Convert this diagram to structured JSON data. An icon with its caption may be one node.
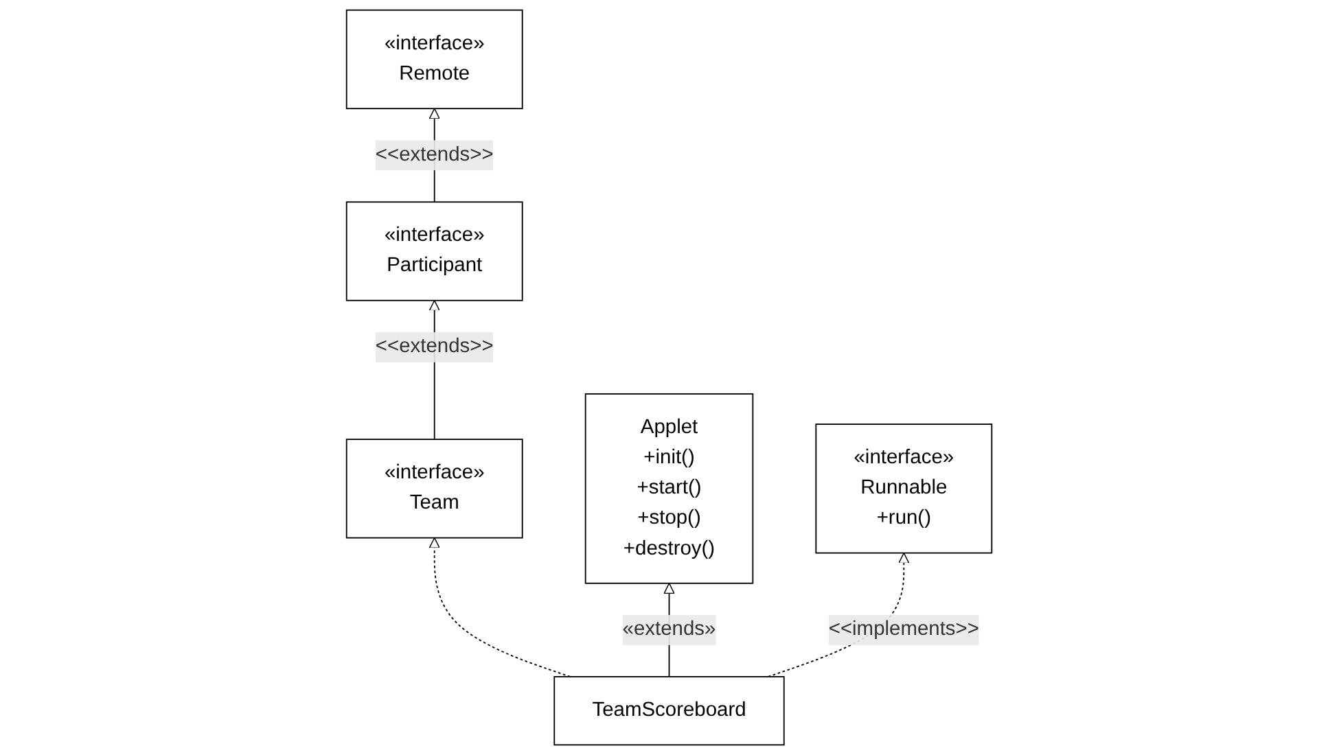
{
  "diagram": {
    "nodes": [
      {
        "text": [
          "«interface»",
          "Remote"
        ]
      },
      {
        "text": [
          "«interface»",
          "Participant"
        ]
      },
      {
        "text": [
          "«interface»",
          "Team"
        ]
      },
      {
        "text": [
          "Applet",
          "+init()",
          "+start()",
          "+stop()",
          "+destroy()"
        ]
      },
      {
        "text": [
          "TeamScoreboard"
        ]
      },
      {
        "text": [
          "«interface»",
          "Runnable",
          "+run()"
        ]
      }
    ],
    "edges": [
      {
        "from": 1,
        "to": 0,
        "arrow": "to",
        "label": "<<extends>>"
      },
      {
        "from": 2,
        "to": 1,
        "arrow": "to",
        "label": "<<extends>>"
      },
      {
        "from": 4,
        "to": 3,
        "arrow": "to",
        "label": "«extends»"
      },
      {
        "from": 4,
        "to": 2,
        "arrow": "to",
        "style": "dashed"
      },
      {
        "from": 4,
        "to": 5,
        "arrow": "to",
        "style": "dashed",
        "label": "<<implements>>"
      }
    ]
  }
}
